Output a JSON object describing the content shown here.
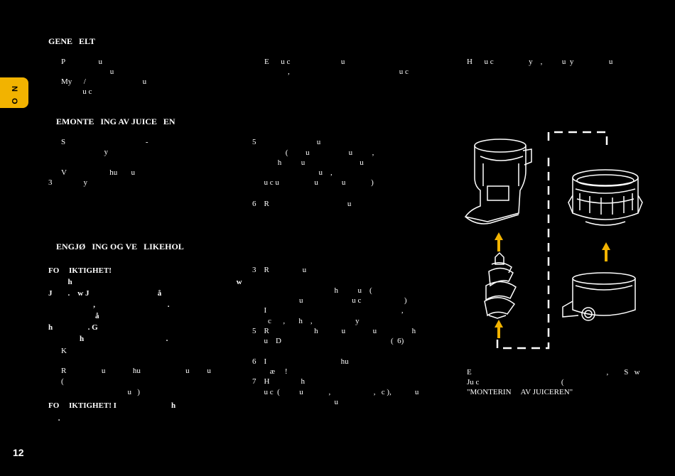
{
  "tab_label": "N O",
  "page_number": "12",
  "col1": {
    "heading_general": "GENE   ELT",
    "p1": [
      "P                 u",
      "                         u",
      "My      /                             u",
      "           u c"
    ],
    "heading_demont": "EMONTE   ING AV JUICE   EN",
    "p2": [
      "S                                         -",
      "                      y"
    ],
    "p3": [
      "V                      hu       u",
      "3                y"
    ],
    "heading_rengjoring": "ENGJØ   ING OG VE   LIKEHOL",
    "viktig1": "FO     IKTIGHET!",
    "bold_lines": [
      "          h                                                                                    w",
      "J        .    w J                                   å",
      "                       ,                                     .",
      "                        å",
      "h                  . G",
      "                h                                          ."
    ],
    "k_line": "K",
    "p4": [
      "R                  u              hu                       u         u",
      "(",
      "                                  u   )"
    ],
    "viktig2": "FO     IKTIGHET! I                            h",
    "dot_line": "     ."
  },
  "col2": {
    "p1": [
      "E      u c                          u",
      "            ,                                                        u c"
    ],
    "step5a": [
      "5                               u",
      "                 (         u                    u          ,",
      "             h          u                            u",
      "                                  u    ,",
      "      u c u                  u            u             )"
    ],
    "step6a": "6    R                                        u",
    "step3": [
      "3    R                 u",
      "",
      "                                          h          u    (",
      "                        u                         u c                      )",
      "      I                                                                     ,",
      "        c      ,       h    ,                      y",
      "5    R                       h            u              u                  h",
      "      u    D                                                        (  6)"
    ],
    "step6b": [
      "6    I                                      hu",
      "         æ     !"
    ],
    "step7": [
      "7    H                h",
      "      u c  (          u             ,                      ,   c ),            u",
      "                                          u"
    ]
  },
  "col3": {
    "intro": "H      u c                  y    ,          u  y                  u",
    "caption": [
      "E                                                                     ,        S   w",
      "Ju c                                          (",
      "\"MONTERIN     AV JUICEREN\""
    ]
  },
  "colors": {
    "accent": "#f2b300",
    "background": "#000000",
    "text": "#ffffff"
  }
}
